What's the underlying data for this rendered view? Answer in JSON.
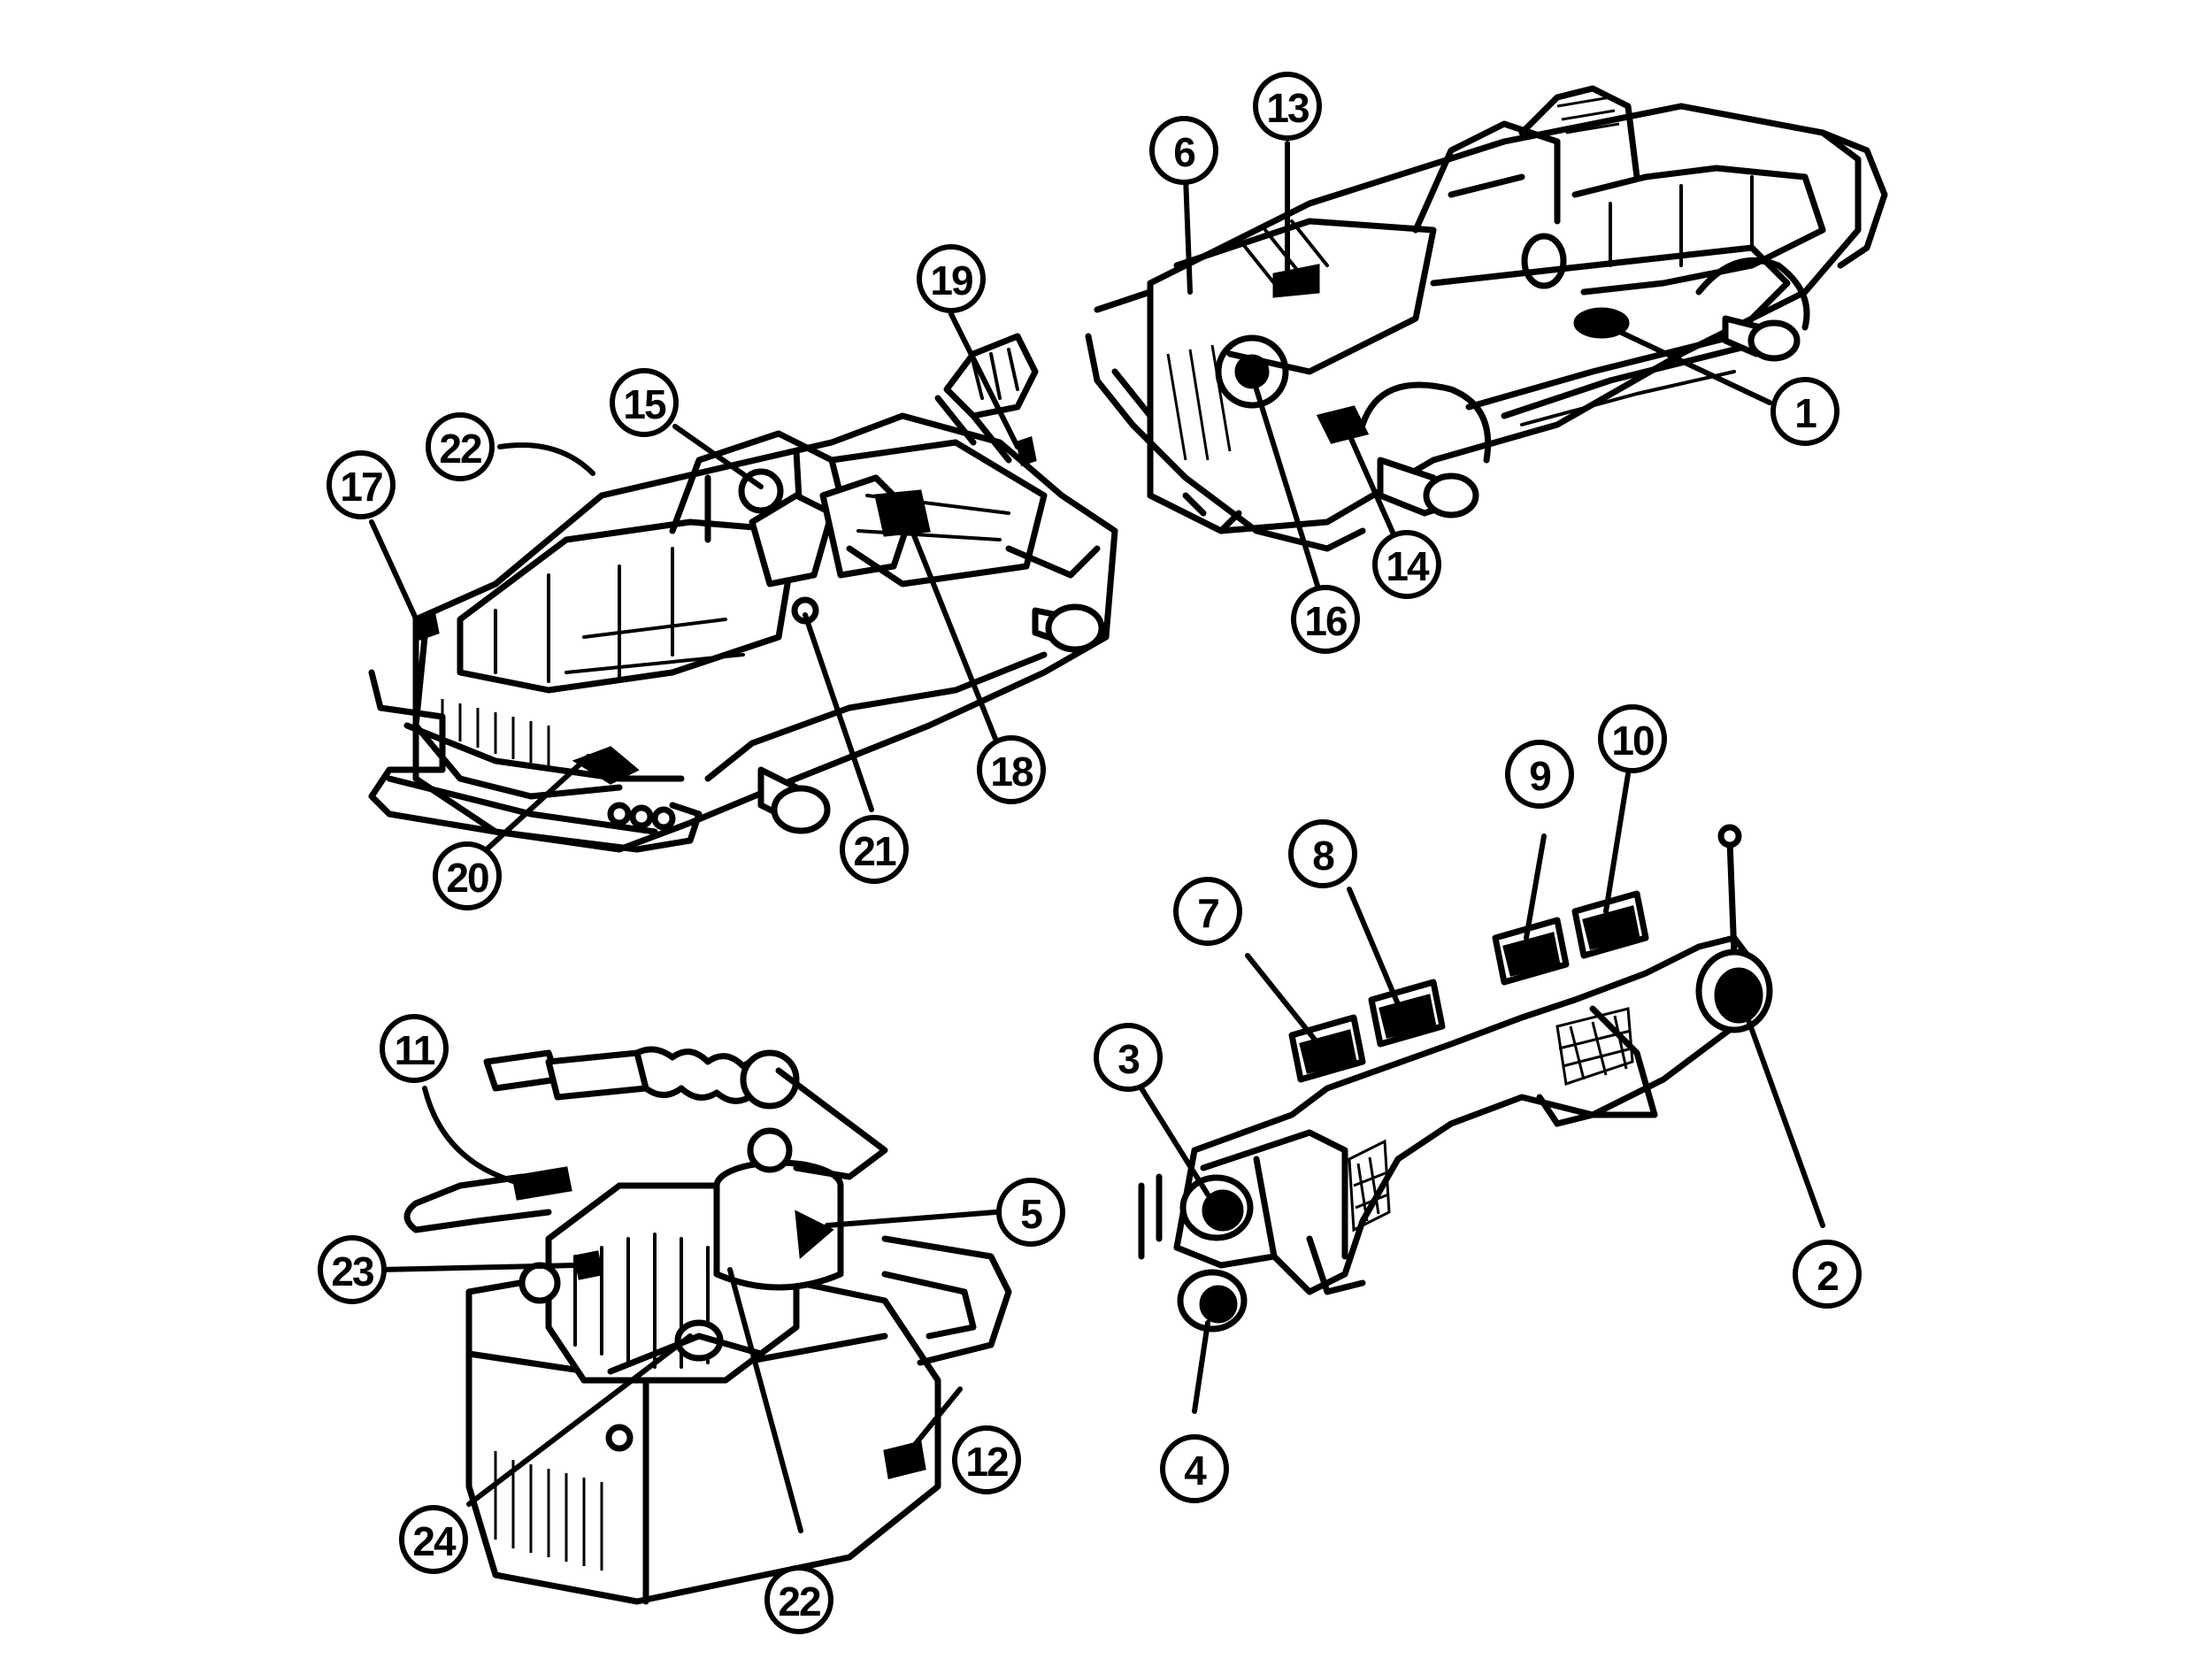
{
  "colors": {
    "ink": "#000000",
    "paper": "#ffffff"
  },
  "callouts": [
    {
      "id": "c1",
      "label": "1"
    },
    {
      "id": "c2",
      "label": "2"
    },
    {
      "id": "c3",
      "label": "3"
    },
    {
      "id": "c4",
      "label": "4"
    },
    {
      "id": "c5",
      "label": "5"
    },
    {
      "id": "c6",
      "label": "6"
    },
    {
      "id": "c7",
      "label": "7"
    },
    {
      "id": "c8",
      "label": "8"
    },
    {
      "id": "c9",
      "label": "9"
    },
    {
      "id": "c10",
      "label": "10"
    },
    {
      "id": "c11",
      "label": "11"
    },
    {
      "id": "c12",
      "label": "12"
    },
    {
      "id": "c13",
      "label": "13"
    },
    {
      "id": "c14",
      "label": "14"
    },
    {
      "id": "c15",
      "label": "15"
    },
    {
      "id": "c16",
      "label": "16"
    },
    {
      "id": "c17",
      "label": "17"
    },
    {
      "id": "c18",
      "label": "18"
    },
    {
      "id": "c19",
      "label": "19"
    },
    {
      "id": "c20",
      "label": "20"
    },
    {
      "id": "c21",
      "label": "21"
    },
    {
      "id": "c22a",
      "label": "22"
    },
    {
      "id": "c22b",
      "label": "22"
    },
    {
      "id": "c23",
      "label": "23"
    },
    {
      "id": "c24",
      "label": "24"
    }
  ]
}
